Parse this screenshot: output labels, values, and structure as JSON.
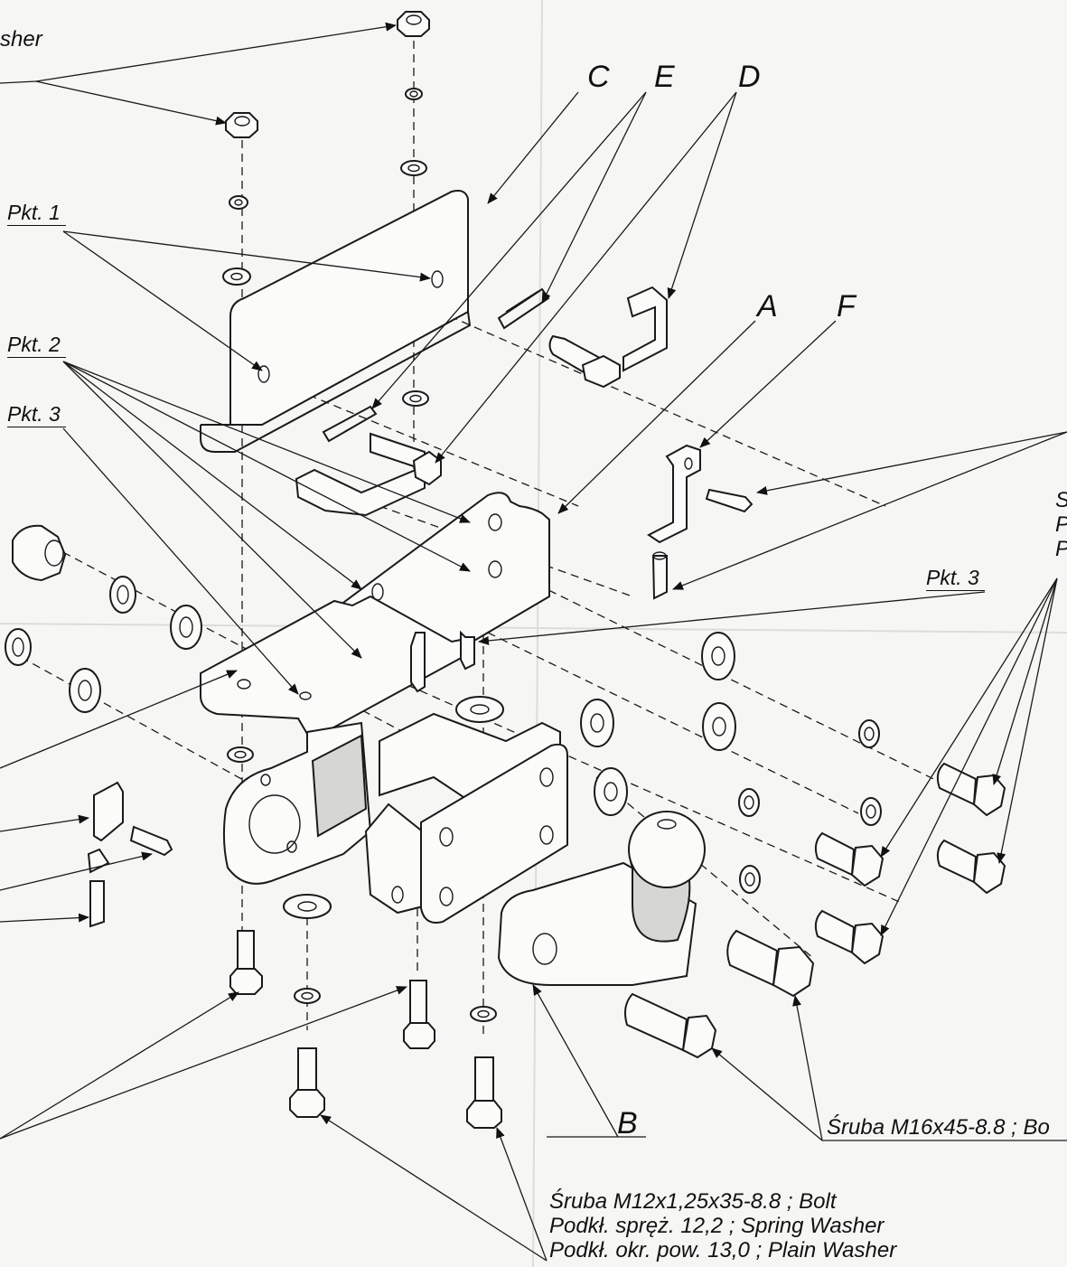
{
  "labels": {
    "part_a": "A",
    "part_b": "B",
    "part_c": "C",
    "part_d": "D",
    "part_e": "E",
    "part_f": "F",
    "pkt1": "Pkt. 1",
    "pkt2": "Pkt. 2",
    "pkt3_left": "Pkt. 3",
    "pkt3_right": "Pkt. 3",
    "top_left_washer": "sher",
    "right_edge_s": "S",
    "right_edge_p1": "P",
    "right_edge_p2": "P"
  },
  "notes": {
    "bolt_m16": "Śruba M16x45-8.8 ;  Bo",
    "bolt_m12_line1": "Śruba M12x1,25x35-8.8 ;  Bolt",
    "bolt_m12_line2": "Podkł. spręż. 12,2 ;  Spring Washer",
    "bolt_m12_line3": "Podkł. okr. pow. 13,0 ;  Plain Washer"
  }
}
